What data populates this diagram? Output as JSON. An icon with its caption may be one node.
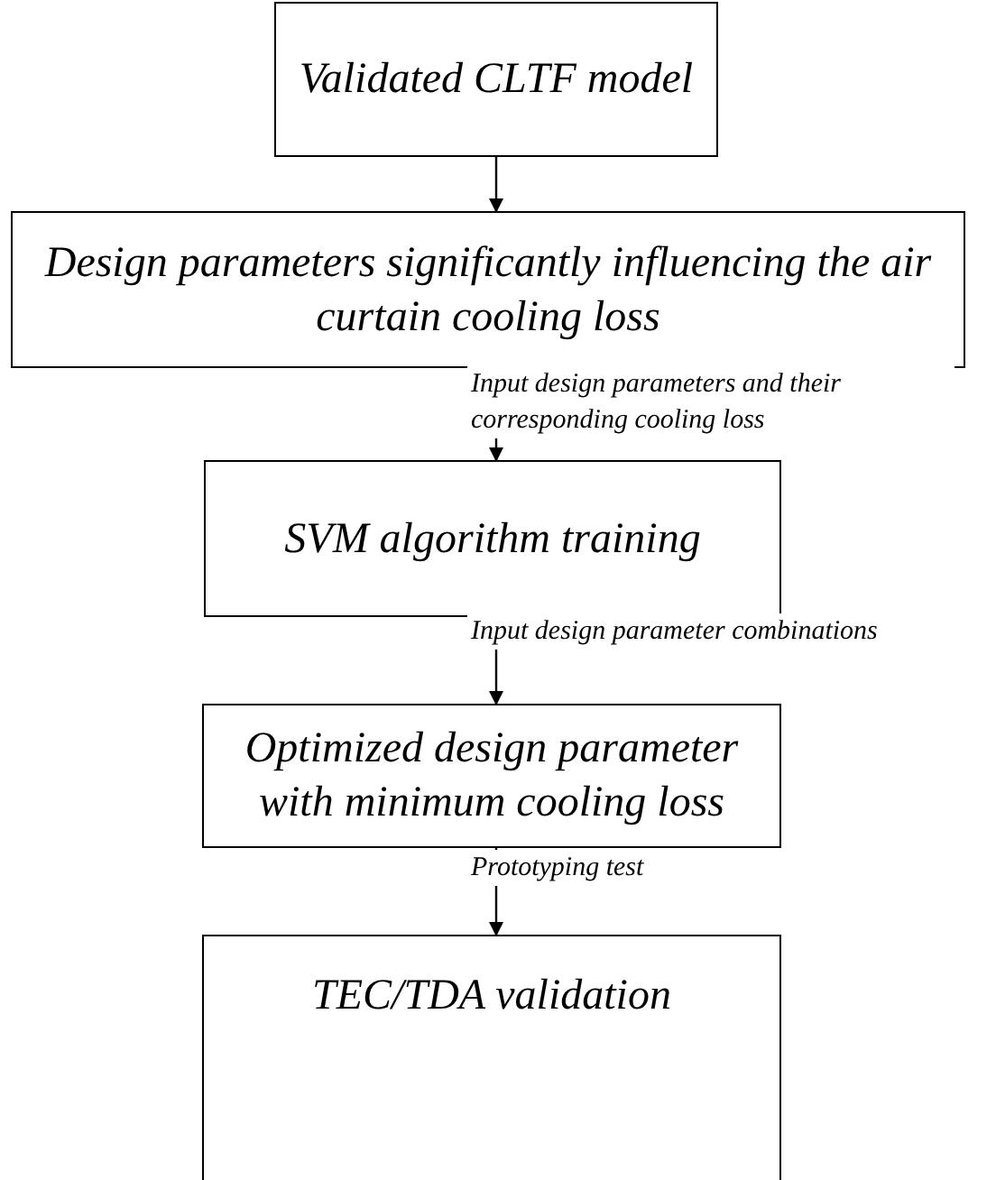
{
  "diagram": {
    "nodes": [
      {
        "text": [
          "Validated CLTF model"
        ]
      },
      {
        "text": [
          "Design parameters significantly influencing the air curtain cooling loss"
        ]
      },
      {
        "text": [
          "SVM algorithm training"
        ]
      },
      {
        "text": [
          "Optimized design parameter with minimum cooling loss"
        ]
      },
      {
        "text": [
          "TEC/TDA validation"
        ]
      }
    ],
    "edges": [
      {
        "from": 0,
        "to": 1,
        "arrow": "to"
      },
      {
        "from": 1,
        "to": 2,
        "arrow": "to",
        "label": "Input design parameters and their corresponding cooling loss"
      },
      {
        "from": 2,
        "to": 3,
        "arrow": "to",
        "label": "Input design parameter combinations"
      },
      {
        "from": 3,
        "to": 4,
        "arrow": "to",
        "label": "Prototyping test"
      }
    ]
  }
}
